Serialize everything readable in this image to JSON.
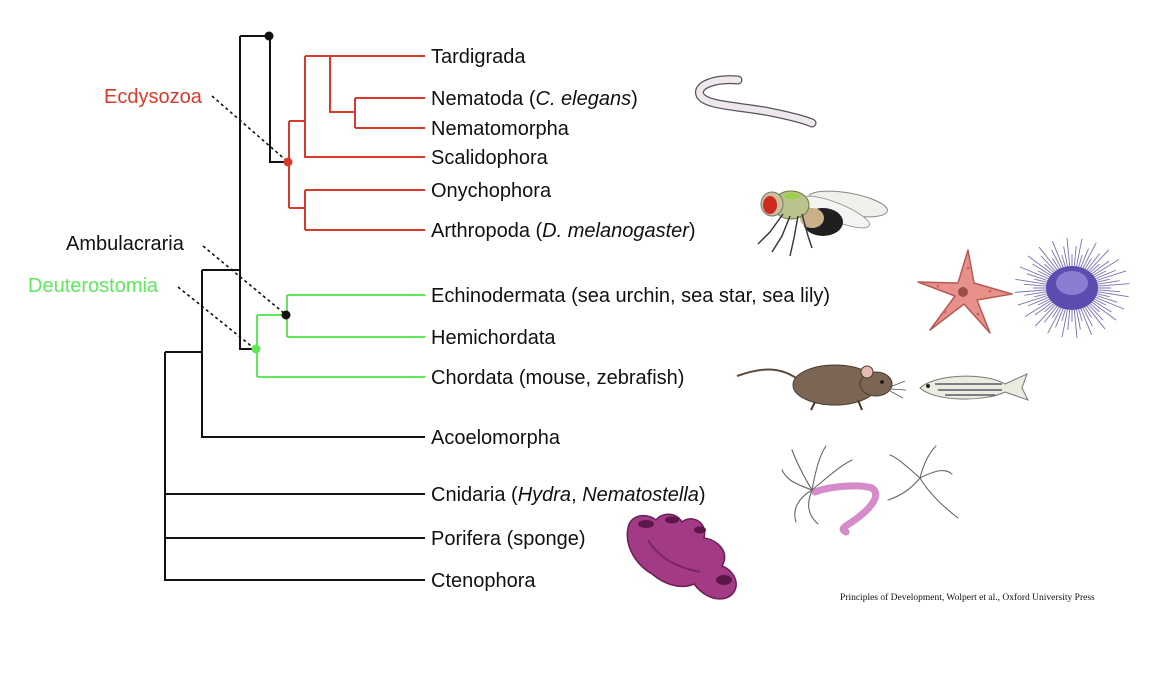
{
  "colors": {
    "trunk": "#111111",
    "ecdysozoa": "#d93a2b",
    "deuterostomia": "#5ee85a",
    "ambulacraria_node": "#111111"
  },
  "clades": {
    "ecdysozoa": "Ecdysozoa",
    "ambulacraria": "Ambulacraria",
    "deuterostomia": "Deuterostomia"
  },
  "taxa": {
    "tardigrada": {
      "name": "Tardigrada"
    },
    "nematoda": {
      "name": "Nematoda (",
      "italic": "C. elegans",
      "suffix": ")"
    },
    "nematomorpha": {
      "name": "Nematomorpha"
    },
    "scalidophora": {
      "name": "Scalidophora"
    },
    "onychophora": {
      "name": "Onychophora"
    },
    "arthropoda": {
      "name": "Arthropoda (",
      "italic": "D. melanogaster",
      "suffix": ")"
    },
    "echinodermata": {
      "name": "Echinodermata (sea urchin, sea star, sea lily)"
    },
    "hemichordata": {
      "name": "Hemichordata"
    },
    "chordata": {
      "name": "Chordata (mouse, zebrafish)"
    },
    "acoelomorpha": {
      "name": "Acoelomorpha"
    },
    "cnidaria": {
      "name": "Cnidaria (",
      "italic": "Hydra",
      "mid": ", ",
      "italic2": "Nematostella",
      "suffix": ")"
    },
    "porifera": {
      "name": "Porifera (sponge)"
    },
    "ctenophora": {
      "name": "Ctenophora"
    }
  },
  "illustrations": [
    "nematode-worm",
    "fruit-fly",
    "sea-star",
    "sea-urchin",
    "mouse",
    "zebrafish",
    "hydra",
    "sponge"
  ],
  "credit": "Principles of Development, Wolpert et al., Oxford University Press"
}
